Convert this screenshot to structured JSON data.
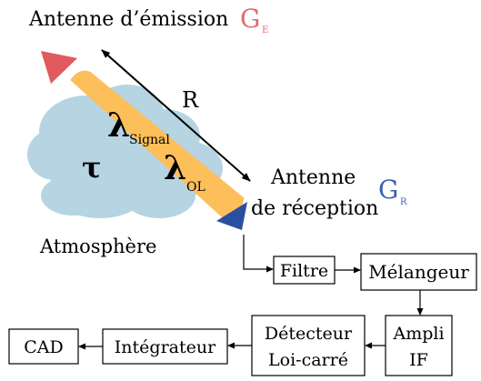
{
  "labels": {
    "tx_antenna": "Antenne d’émission",
    "tx_gain_symbol": "G",
    "tx_gain_sub": "E",
    "range": "R",
    "rx_antenna_line1": "Antenne",
    "rx_antenna_line2": "de réception",
    "rx_gain_symbol": "G",
    "rx_gain_sub": "R",
    "tau": "τ",
    "lambda": "λ",
    "lambda_signal_sub": "Signal",
    "lambda_ol_sub": "OL",
    "atmosphere": "Atmosphère"
  },
  "blocks": {
    "filter": "Filtre",
    "mixer": "Mélangeur",
    "amp_line1": "Ampli",
    "amp_line2": "IF",
    "detector_line1": "Détecteur",
    "detector_line2": "Loi-carré",
    "integrator": "Intégrateur",
    "adc": "CAD"
  },
  "colors": {
    "tx_antenna": "#e05a5e",
    "rx_antenna": "#2b4fa0",
    "beam": "#fdbf59",
    "cloud": "#b6d4e2",
    "gain_tx": "#e06b6b",
    "gain_rx": "#3a62b0"
  }
}
